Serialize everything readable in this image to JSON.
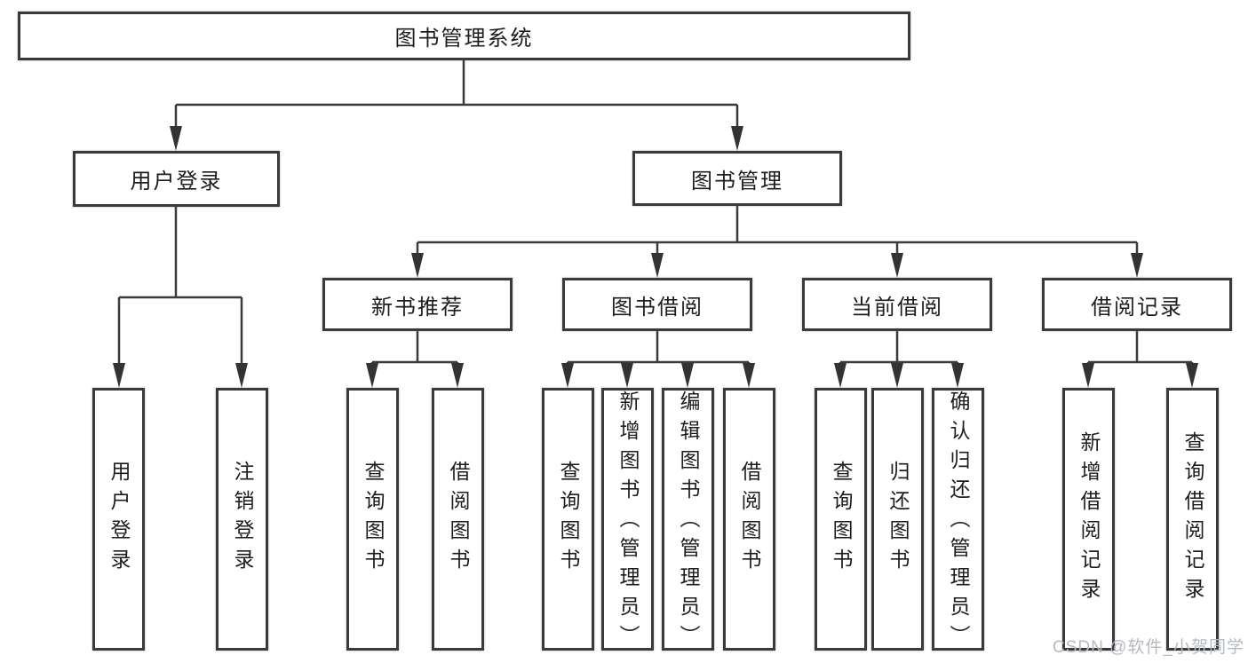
{
  "colors": {
    "line": "#3b3b3b",
    "box_border": "#3a3a3a",
    "text": "#1d1d1f",
    "background": "#ffffff",
    "watermark": "#b5b9c0"
  },
  "watermark": {
    "text": "CSDN @软件_小贺同学"
  },
  "tree": {
    "root": {
      "label": "图书管理系统"
    },
    "children": [
      {
        "id": "user-login",
        "label": "用户登录",
        "children": [
          {
            "label": "用户登录"
          },
          {
            "label": "注销登录"
          }
        ]
      },
      {
        "id": "book-management",
        "label": "图书管理",
        "children": [
          {
            "label": "新书推荐",
            "children": [
              {
                "label": "查询图书"
              },
              {
                "label": "借阅图书"
              }
            ]
          },
          {
            "label": "图书借阅",
            "children": [
              {
                "label": "查询图书"
              },
              {
                "label": "新增图书（管理员）"
              },
              {
                "label": "编辑图书（管理员）"
              },
              {
                "label": "借阅图书"
              }
            ]
          },
          {
            "label": "当前借阅",
            "children": [
              {
                "label": "查询图书"
              },
              {
                "label": "归还图书"
              },
              {
                "label": "确认归还（管理员）"
              }
            ]
          },
          {
            "label": "借阅记录",
            "children": [
              {
                "label": "新增借阅记录"
              },
              {
                "label": "查询借阅记录"
              }
            ]
          }
        ]
      }
    ]
  }
}
